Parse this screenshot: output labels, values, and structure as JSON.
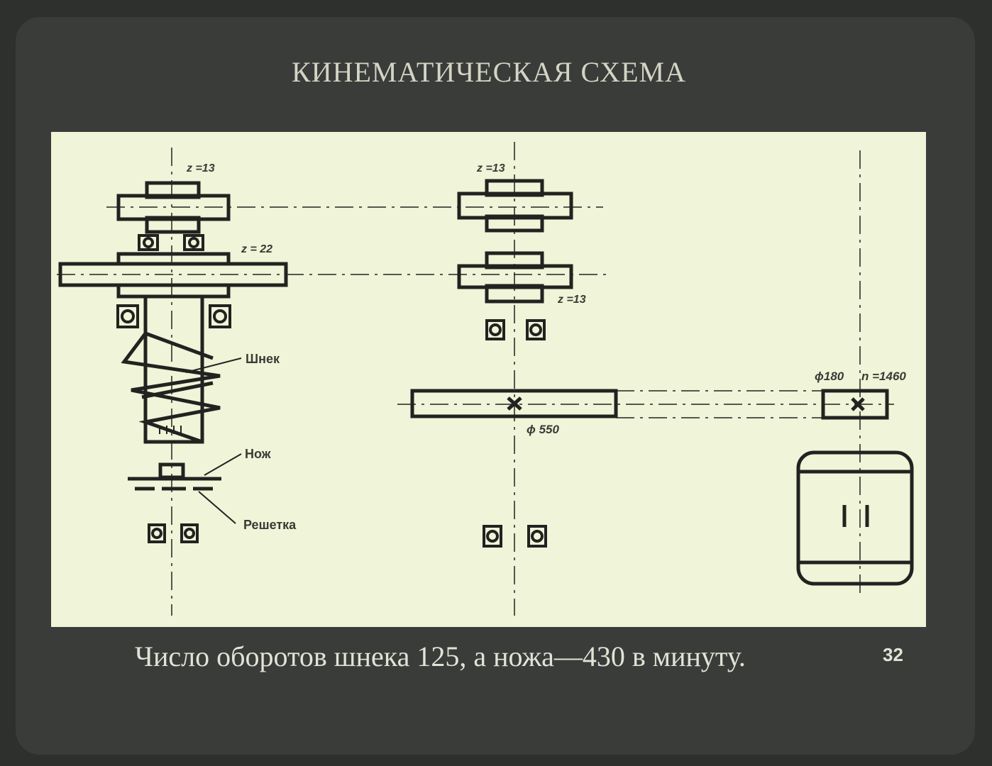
{
  "slide": {
    "title": "КИНЕМАТИЧЕСКАЯ СХЕМА",
    "caption": "Число оборотов шнека 125, а ножа—430 в минуту.",
    "page_number": "32"
  },
  "diagram": {
    "labels": {
      "auger": "Шнек",
      "knife": "Нож",
      "grate": "Решетка"
    },
    "annotations": {
      "left_top_gear": "z =13",
      "left_big_gear": "z = 22",
      "mid_top_gear": "z =13",
      "mid_lower_gear": "z =13",
      "big_pulley": "ϕ 550",
      "small_pulley": "ϕ180",
      "motor_speed": "n =1460"
    }
  }
}
